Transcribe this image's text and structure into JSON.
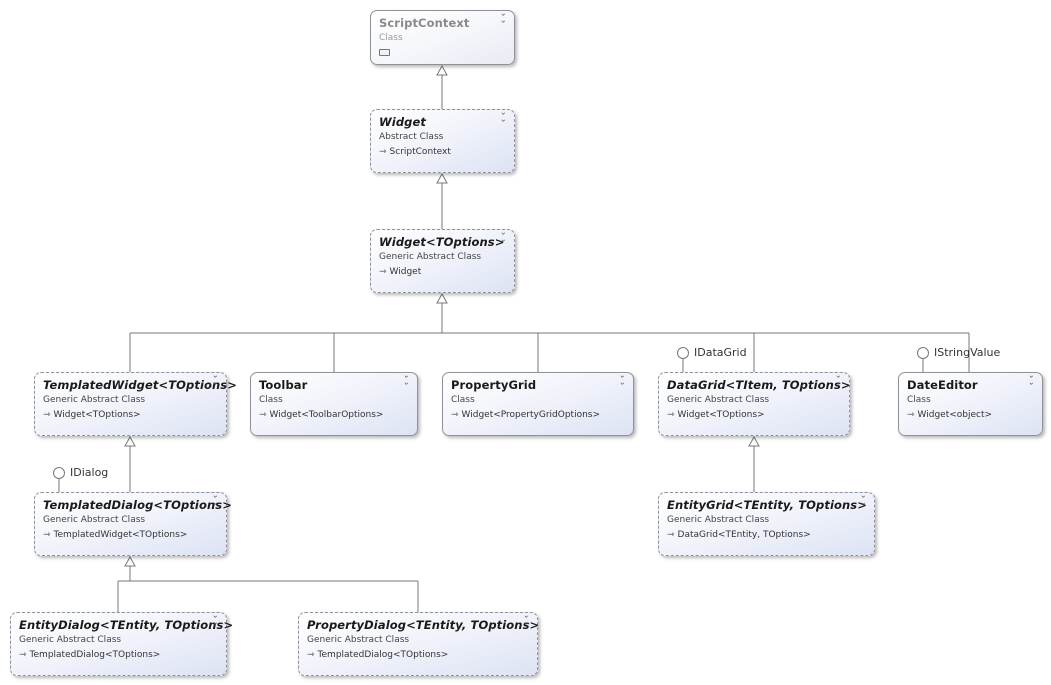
{
  "diagram": {
    "nodes": [
      {
        "id": "scriptcontext",
        "name": "ScriptContext",
        "kind": "Class",
        "base": "",
        "faded": true,
        "abstract": false
      },
      {
        "id": "widget",
        "name": "Widget",
        "kind": "Abstract Class",
        "base": "ScriptContext",
        "faded": false,
        "abstract": true
      },
      {
        "id": "widget-toptions",
        "name": "Widget<TOptions>",
        "kind": "Generic Abstract Class",
        "base": "Widget",
        "faded": false,
        "abstract": true
      },
      {
        "id": "templated-widget",
        "name": "TemplatedWidget<TOptions>",
        "kind": "Generic Abstract Class",
        "base": "Widget<TOptions>",
        "faded": false,
        "abstract": true
      },
      {
        "id": "toolbar",
        "name": "Toolbar",
        "kind": "Class",
        "base": "Widget<ToolbarOptions>",
        "faded": false,
        "abstract": false
      },
      {
        "id": "property-grid",
        "name": "PropertyGrid",
        "kind": "Class",
        "base": "Widget<PropertyGridOptions>",
        "faded": false,
        "abstract": false
      },
      {
        "id": "data-grid",
        "name": "DataGrid<TItem, TOptions>",
        "kind": "Generic Abstract Class",
        "base": "Widget<TOptions>",
        "faded": false,
        "abstract": true
      },
      {
        "id": "date-editor",
        "name": "DateEditor",
        "kind": "Class",
        "base": "Widget<object>",
        "faded": false,
        "abstract": false
      },
      {
        "id": "templated-dialog",
        "name": "TemplatedDialog<TOptions>",
        "kind": "Generic Abstract Class",
        "base": "TemplatedWidget<TOptions>",
        "faded": false,
        "abstract": true
      },
      {
        "id": "entity-grid",
        "name": "EntityGrid<TEntity, TOptions>",
        "kind": "Generic Abstract Class",
        "base": "DataGrid<TEntity, TOptions>",
        "faded": false,
        "abstract": true
      },
      {
        "id": "entity-dialog",
        "name": "EntityDialog<TEntity, TOptions>",
        "kind": "Generic Abstract Class",
        "base": "TemplatedDialog<TOptions>",
        "faded": false,
        "abstract": true
      },
      {
        "id": "property-dialog",
        "name": "PropertyDialog<TEntity, TOptions>",
        "kind": "Generic Abstract Class",
        "base": "TemplatedDialog<TOptions>",
        "faded": false,
        "abstract": true
      }
    ],
    "interfaces": [
      {
        "id": "idatagrid",
        "label": "IDataGrid",
        "implemented_by": "data-grid"
      },
      {
        "id": "istringvalue",
        "label": "IStringValue",
        "implemented_by": "date-editor"
      },
      {
        "id": "idialog",
        "label": "IDialog",
        "implemented_by": "templated-dialog"
      }
    ],
    "inheritance": [
      {
        "child": "widget",
        "parent": "scriptcontext"
      },
      {
        "child": "widget-toptions",
        "parent": "widget"
      },
      {
        "child": "templated-widget",
        "parent": "widget-toptions"
      },
      {
        "child": "toolbar",
        "parent": "widget-toptions"
      },
      {
        "child": "property-grid",
        "parent": "widget-toptions"
      },
      {
        "child": "data-grid",
        "parent": "widget-toptions"
      },
      {
        "child": "date-editor",
        "parent": "widget-toptions"
      },
      {
        "child": "templated-dialog",
        "parent": "templated-widget"
      },
      {
        "child": "entity-grid",
        "parent": "data-grid"
      },
      {
        "child": "entity-dialog",
        "parent": "templated-dialog"
      },
      {
        "child": "property-dialog",
        "parent": "templated-dialog"
      }
    ],
    "colors": {
      "line": "#777777",
      "border": "#8f9296",
      "box_gradient_end": "#dde3f5"
    }
  }
}
